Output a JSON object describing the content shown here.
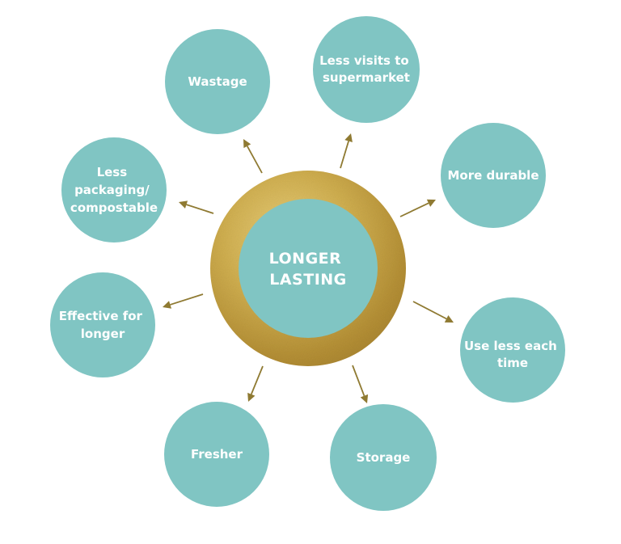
{
  "center": {
    "lines": [
      "LONGER",
      "LASTING"
    ]
  },
  "nodes": [
    {
      "id": "wastage",
      "lines": [
        "Wastage"
      ]
    },
    {
      "id": "less-visits",
      "lines": [
        "Less visits to",
        "supermarket"
      ]
    },
    {
      "id": "more-durable",
      "lines": [
        "More durable"
      ]
    },
    {
      "id": "use-less",
      "lines": [
        "Use less each",
        "time"
      ]
    },
    {
      "id": "storage",
      "lines": [
        "Storage"
      ]
    },
    {
      "id": "fresher",
      "lines": [
        "Fresher"
      ]
    },
    {
      "id": "effective",
      "lines": [
        "Effective for",
        "longer"
      ]
    },
    {
      "id": "packaging",
      "lines": [
        "Less",
        "packaging/",
        "compostable"
      ]
    }
  ],
  "colors": {
    "node_fill": "#80c5c3",
    "arrow": "#8f7a32",
    "ring_gold": "#c9a949"
  }
}
